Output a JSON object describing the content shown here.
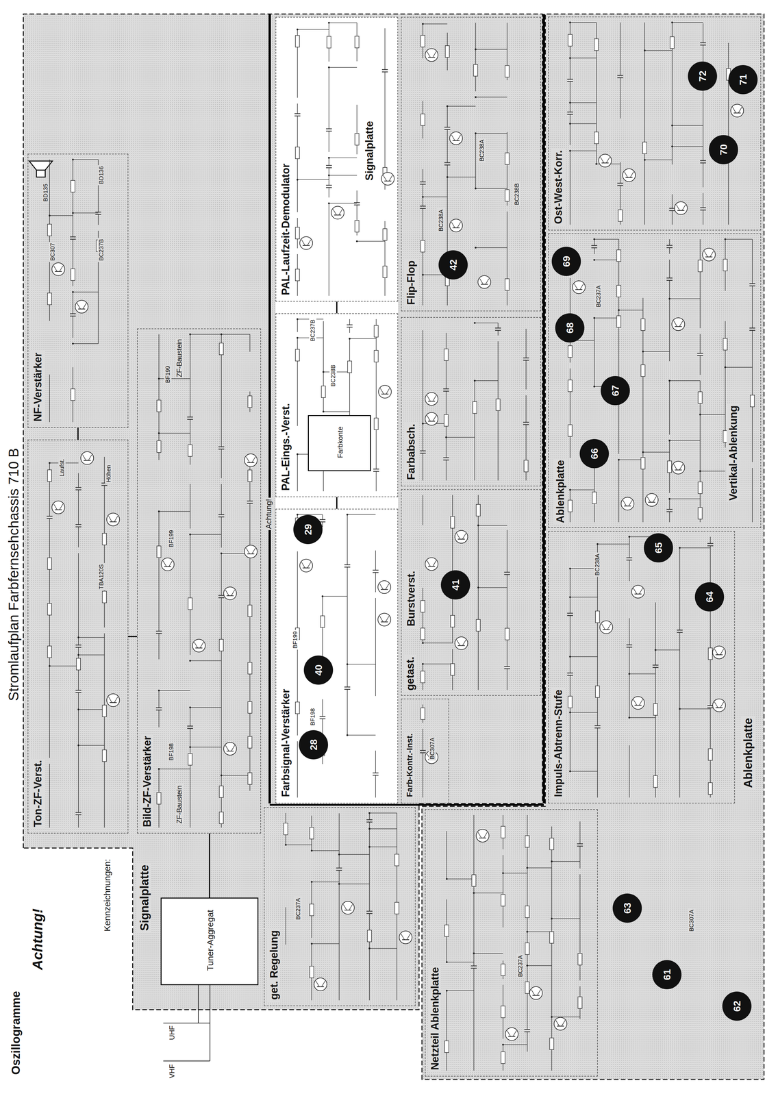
{
  "diagram": {
    "title": "Stromlaufplan Farbfernsehchassis 710 B",
    "nodes": [
      {
        "text": [
          "Signalplatte"
        ]
      },
      {
        "text": [
          "Ton-ZF-Verst."
        ],
        "in": 0
      },
      {
        "text": [
          "NF-Verstärker"
        ],
        "in": 0
      },
      {
        "text": [
          "Bild-ZF-Verstärker"
        ],
        "in": 0
      },
      {
        "text": [
          "Tuner-Aggregat"
        ]
      },
      {
        "text": [
          "get. Regelung"
        ],
        "in": 0
      },
      {
        "text": [
          "Farbsignal-Verstärker"
        ],
        "in": 0
      },
      {
        "text": [
          "28"
        ],
        "in": 6
      },
      {
        "text": [
          "40"
        ],
        "in": 6
      },
      {
        "text": [
          "29"
        ],
        "in": 6
      },
      {
        "text": [
          "PAL-Eings.-Verst."
        ],
        "in": 0
      },
      {
        "text": [
          "Farbkonte"
        ],
        "in": 10
      },
      {
        "text": [
          "PAL-Laufzeit-Demodulator"
        ],
        "in": 0
      },
      {
        "text": [
          "Farb-Kontr.-Inst."
        ],
        "in": 0
      },
      {
        "text": [
          "Burstverst."
        ],
        "in": 0
      },
      {
        "text": [
          "41"
        ],
        "in": 14
      },
      {
        "text": [
          "Farbabsch."
        ],
        "in": 0
      },
      {
        "text": [
          "Flip-Flop"
        ],
        "in": 0
      },
      {
        "text": [
          "42"
        ],
        "in": 17
      },
      {
        "text": [
          "Ablenkplatte"
        ]
      },
      {
        "text": [
          "Netzteil Ablenkplatte"
        ],
        "in": 19
      },
      {
        "text": [
          "61"
        ],
        "in": 19
      },
      {
        "text": [
          "62"
        ],
        "in": 19
      },
      {
        "text": [
          "63"
        ],
        "in": 19
      },
      {
        "text": [
          "Impuls-Abtrenn-Stufe"
        ],
        "in": 19
      },
      {
        "text": [
          "64"
        ],
        "in": 24
      },
      {
        "text": [
          "65"
        ],
        "in": 24
      },
      {
        "text": [
          "Vertikal-Ablenkung"
        ],
        "in": 19
      },
      {
        "text": [
          "66"
        ],
        "in": 27
      },
      {
        "text": [
          "67"
        ],
        "in": 27
      },
      {
        "text": [
          "68"
        ],
        "in": 27
      },
      {
        "text": [
          "69"
        ],
        "in": 27
      },
      {
        "text": [
          "Ost-West-Korr."
        ],
        "in": 19
      },
      {
        "text": [
          "70"
        ],
        "in": 32
      },
      {
        "text": [
          "71"
        ],
        "in": 32
      },
      {
        "text": [
          "72"
        ],
        "in": 32
      }
    ],
    "edges": [
      {
        "from": 4,
        "to": 3,
        "arrow": "none"
      },
      {
        "from": 3,
        "to": 1,
        "arrow": "none"
      },
      {
        "from": 1,
        "to": 2,
        "arrow": "none"
      },
      {
        "from": 6,
        "to": 10,
        "arrow": "none"
      },
      {
        "from": 10,
        "to": 12,
        "arrow": "none"
      }
    ],
    "labels": [
      "Oszillogramme",
      "Achtung!",
      "Kennzeichnungen:",
      "ZF-Baustein",
      "ZF-Baustein",
      "Achtung!",
      "BC307",
      "BD135",
      "BD136",
      "BC237B",
      "TBA120S",
      "Höhen",
      "Laufst.",
      "BF199",
      "BF199",
      "BF198",
      "BC237A",
      "BF199",
      "BF198",
      "BC237B",
      "BC238B",
      "BC238A",
      "BC238A",
      "BC238B",
      "BC307A",
      "BC237A",
      "BC307A",
      "BC238A",
      "BC237A",
      "Signalplatte",
      "Ablenkplatte",
      "getast.",
      "UHF",
      "VHF"
    ]
  }
}
